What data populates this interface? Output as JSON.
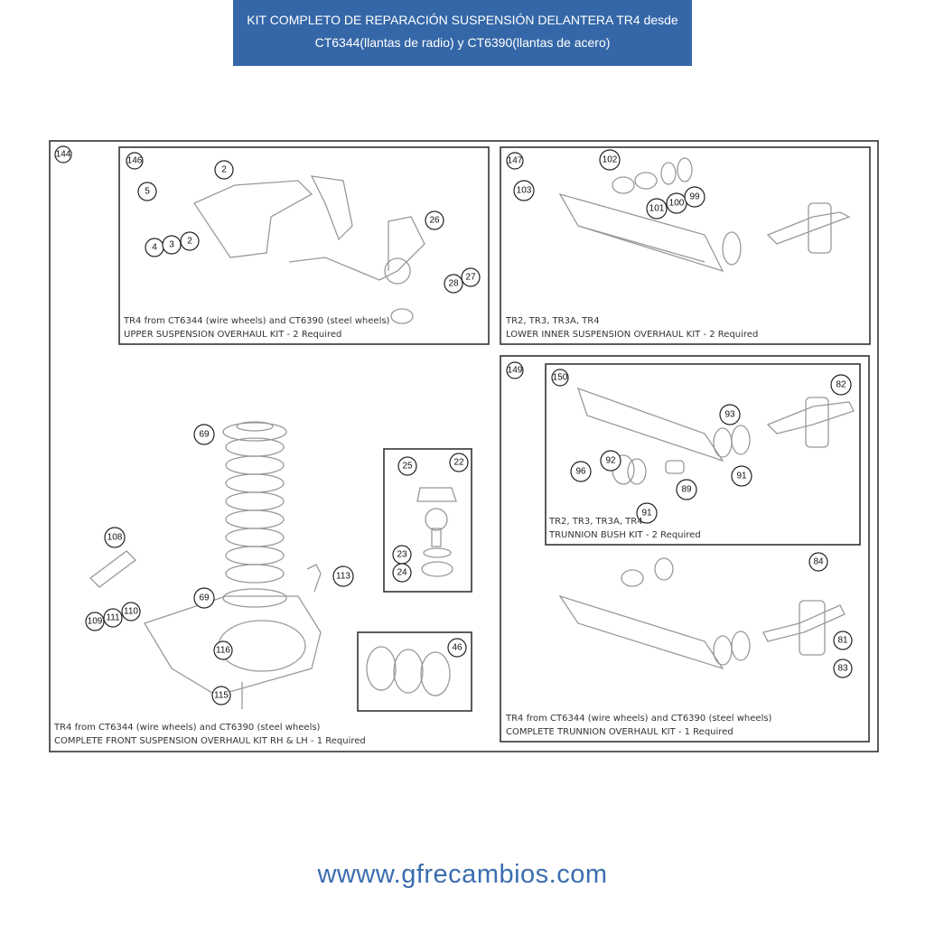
{
  "header": {
    "line1": "KIT COMPLETO DE REPARACIÓN SUSPENSIÓN DELANTERA TR4 desde",
    "line2": "CT6344(llantas de radio) y CT6390(llantas de acero)"
  },
  "footer": {
    "website": "wwww.gfrecambios.com"
  },
  "colors": {
    "header_bg": "#3567a8",
    "footer_text": "#3a6db0"
  },
  "diagram": {
    "main": {
      "id": "144",
      "caption1": "TR4 from CT6344 (wire wheels) and CT6390 (steel wheels)",
      "caption2": "COMPLETE FRONT SUSPENSION OVERHAUL KIT RH & LH - 1 Required",
      "callouts": [
        "69",
        "69",
        "108",
        "113",
        "109",
        "111",
        "110",
        "116",
        "115"
      ]
    },
    "balljoint": {
      "callouts": [
        "25",
        "22",
        "23",
        "24"
      ]
    },
    "bearings": {
      "callouts": [
        "46"
      ]
    },
    "upper": {
      "id": "146",
      "caption1": "TR4 from CT6344 (wire wheels) and CT6390 (steel wheels)",
      "caption2": "UPPER SUSPENSION OVERHAUL KIT - 2 Required",
      "callouts": [
        "2",
        "5",
        "4",
        "3",
        "2",
        "26",
        "27",
        "28"
      ]
    },
    "lower_inner": {
      "id": "147",
      "caption1": "TR2, TR3, TR3A, TR4",
      "caption2": "LOWER INNER SUSPENSION OVERHAUL KIT - 2 Required",
      "callouts": [
        "102",
        "103",
        "101",
        "100",
        "99"
      ]
    },
    "trunnion": {
      "id": "149",
      "caption1": "TR4 from CT6344 (wire wheels) and CT6390 (steel wheels)",
      "caption2": "COMPLETE TRUNNION OVERHAUL KIT - 1 Required",
      "callouts": [
        "84",
        "81",
        "83"
      ]
    },
    "trunnion_bush": {
      "id": "150",
      "caption1": "TR2, TR3, TR3A, TR4",
      "caption2": "TRUNNION BUSH KIT - 2 Required",
      "callouts": [
        "82",
        "93",
        "92",
        "96",
        "91",
        "89",
        "91"
      ]
    }
  }
}
